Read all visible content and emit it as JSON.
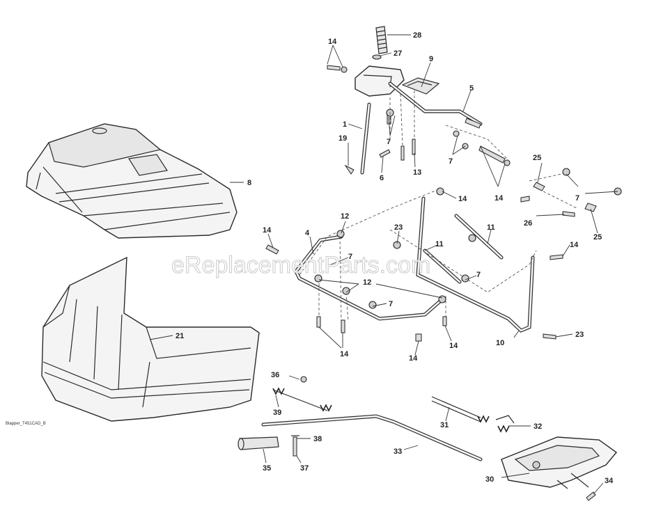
{
  "watermark": "eReplacementParts.com",
  "drawing_code": "Blapper_T451CAD_B",
  "callouts": {
    "c28": "28",
    "c27": "27",
    "c9": "9",
    "c14a": "14",
    "c5": "5",
    "c1": "1",
    "c7a": "7",
    "c19": "19",
    "c13": "13",
    "c6": "6",
    "c7b": "7",
    "c14b": "14",
    "c25a": "25",
    "c7c": "7",
    "c8": "8",
    "c26": "26",
    "c25b": "25",
    "c14c": "14",
    "c12a": "12",
    "c14d": "14",
    "c4": "4",
    "c23a": "23",
    "c11a": "11",
    "c11b": "11",
    "c14e": "14",
    "c7d": "7",
    "c7e": "7",
    "c12b": "12",
    "c7f": "7",
    "c14f": "14",
    "c14g": "14",
    "c14h": "14",
    "c10": "10",
    "c23b": "23",
    "c21": "21",
    "c36": "36",
    "c39": "39",
    "c31": "31",
    "c32": "32",
    "c38": "38",
    "c33": "33",
    "c35": "35",
    "c37": "37",
    "c30": "30",
    "c34": "34"
  }
}
